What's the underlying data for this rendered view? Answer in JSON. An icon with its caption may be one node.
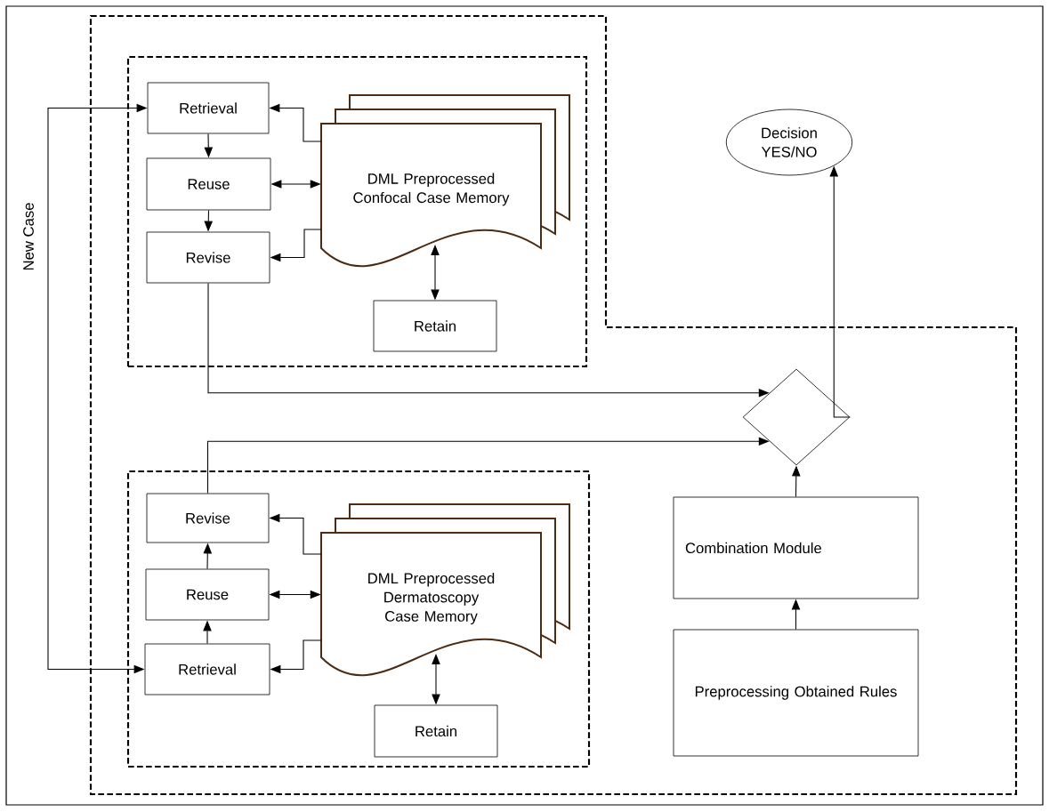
{
  "diagram": {
    "nodes": [
      {
        "text": [],
        "shape": "box"
      },
      {
        "text": [
          "Retrieval"
        ],
        "in": 0
      },
      {
        "text": [
          "Reuse"
        ],
        "in": 0
      },
      {
        "text": [
          "Revise"
        ],
        "in": 0
      },
      {
        "text": [
          "DML Preprocessed Confocal Case Memory"
        ],
        "in": 0
      },
      {
        "text": [
          "Retain"
        ],
        "in": 0
      },
      {
        "text": [
          "Decision YES/NO"
        ]
      },
      {
        "text": [],
        "shape": "diamond"
      },
      {
        "text": [],
        "shape": "box"
      },
      {
        "text": [
          "Revise"
        ],
        "in": 8
      },
      {
        "text": [
          "Reuse"
        ],
        "in": 8
      },
      {
        "text": [
          "DML Preprocessed Dermatoscopy Case Memory"
        ],
        "in": 8
      },
      {
        "text": [
          "Retrieval"
        ],
        "in": 8
      },
      {
        "text": [
          "Retain"
        ],
        "in": 8
      },
      {
        "text": [
          "Combination Module"
        ]
      },
      {
        "text": [
          "Preprocessing Obtained Rules"
        ]
      }
    ],
    "edges": [
      {
        "from": null,
        "to": 1,
        "arrow": "to",
        "label": "New Case"
      },
      {
        "from": null,
        "to": 12,
        "arrow": "to"
      },
      {
        "from": 1,
        "to": 2,
        "arrow": "to"
      },
      {
        "from": 2,
        "to": 3,
        "arrow": "to"
      },
      {
        "from": 4,
        "to": 1,
        "arrow": "to"
      },
      {
        "from": 2,
        "to": 4,
        "arrow": "both"
      },
      {
        "from": 4,
        "to": 3,
        "arrow": "to"
      },
      {
        "from": 4,
        "to": 5,
        "arrow": "both"
      },
      {
        "from": 3,
        "to": 7,
        "arrow": "to"
      },
      {
        "from": 12,
        "to": 10,
        "arrow": "to"
      },
      {
        "from": 10,
        "to": 9,
        "arrow": "to"
      },
      {
        "from": 11,
        "to": 9,
        "arrow": "to"
      },
      {
        "from": 10,
        "to": 11,
        "arrow": "both"
      },
      {
        "from": 11,
        "to": 12,
        "arrow": "to"
      },
      {
        "from": 11,
        "to": 13,
        "arrow": "both"
      },
      {
        "from": 9,
        "to": 7,
        "arrow": "to"
      },
      {
        "from": 7,
        "to": 6,
        "arrow": "to"
      },
      {
        "from": 14,
        "to": 7,
        "arrow": "to"
      },
      {
        "from": 15,
        "to": 14,
        "arrow": "to"
      }
    ]
  }
}
